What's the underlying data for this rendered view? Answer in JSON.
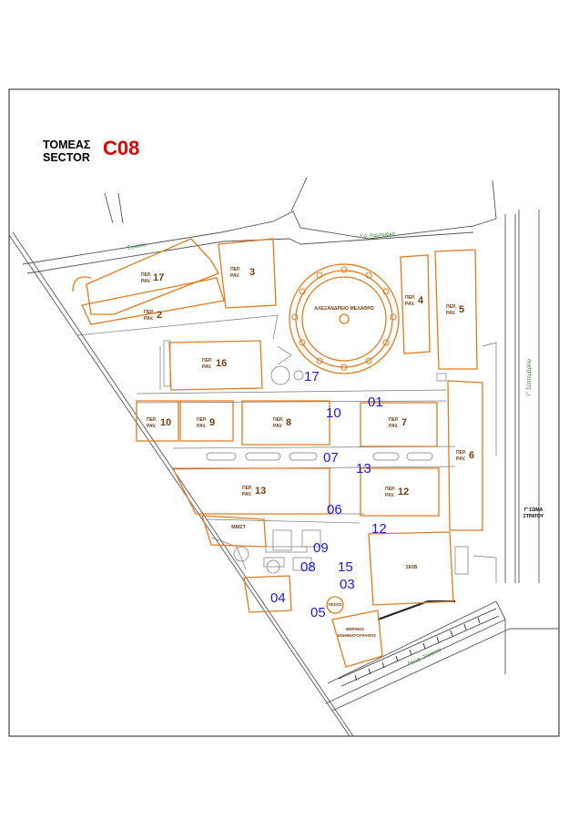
{
  "header": {
    "sector_label_gr": "ΤΟΜΕΑΣ",
    "sector_label_en": "SECTOR",
    "sector_code": "C08"
  },
  "colors": {
    "building_outline": "#e07b1f",
    "label_brown": "#7a3d0e",
    "marker_blue": "#1a1ae6",
    "street_green": "#2e8b2e",
    "line_gray": "#555555",
    "sector_red": "#e00000"
  },
  "streets": {
    "egnatia": "Εγνατία",
    "lamprakis": "Γρ. Λαμπράκη",
    "stratou": "Λεωφ. Στρατού",
    "eleftheriou": "Γ' Σεπτεμβρίου"
  },
  "landmarks": {
    "alexandreio": "ΑΛΕΞΑΝΔΡΕΙΟ ΜΕΛΑΘΡΟ",
    "mmst": "ΜΜΣΤ",
    "skib": "ΣΚΙΒ",
    "pesco": "ΠΕΣΚΟ",
    "army_line1": "Γ' ΣΩΜΑ",
    "army_line2": "ΣΤΡΑΤΟΥ",
    "ministry_line1": "ΘΕΡΙΝΟΣ",
    "ministry_line2": "ΚΙΝΗΜΑΤΟΓΡΑΦΟΣ"
  },
  "pavilion_prefix": {
    "line1": "ΠΕΡ.",
    "line2": "PAV."
  },
  "pavilions": [
    {
      "id": "p17",
      "num": "17"
    },
    {
      "id": "p3",
      "num": "3"
    },
    {
      "id": "p2",
      "num": "2"
    },
    {
      "id": "p4",
      "num": "4"
    },
    {
      "id": "p5",
      "num": "5"
    },
    {
      "id": "p16",
      "num": "16"
    },
    {
      "id": "p10",
      "num": "10"
    },
    {
      "id": "p9",
      "num": "9"
    },
    {
      "id": "p8",
      "num": "8"
    },
    {
      "id": "p7",
      "num": "7"
    },
    {
      "id": "p6",
      "num": "6"
    },
    {
      "id": "p13",
      "num": "13"
    },
    {
      "id": "p12",
      "num": "12"
    }
  ],
  "gate_markers": [
    "17",
    "01",
    "10",
    "07",
    "13",
    "06",
    "12",
    "09",
    "08",
    "15",
    "03",
    "04",
    "05"
  ]
}
